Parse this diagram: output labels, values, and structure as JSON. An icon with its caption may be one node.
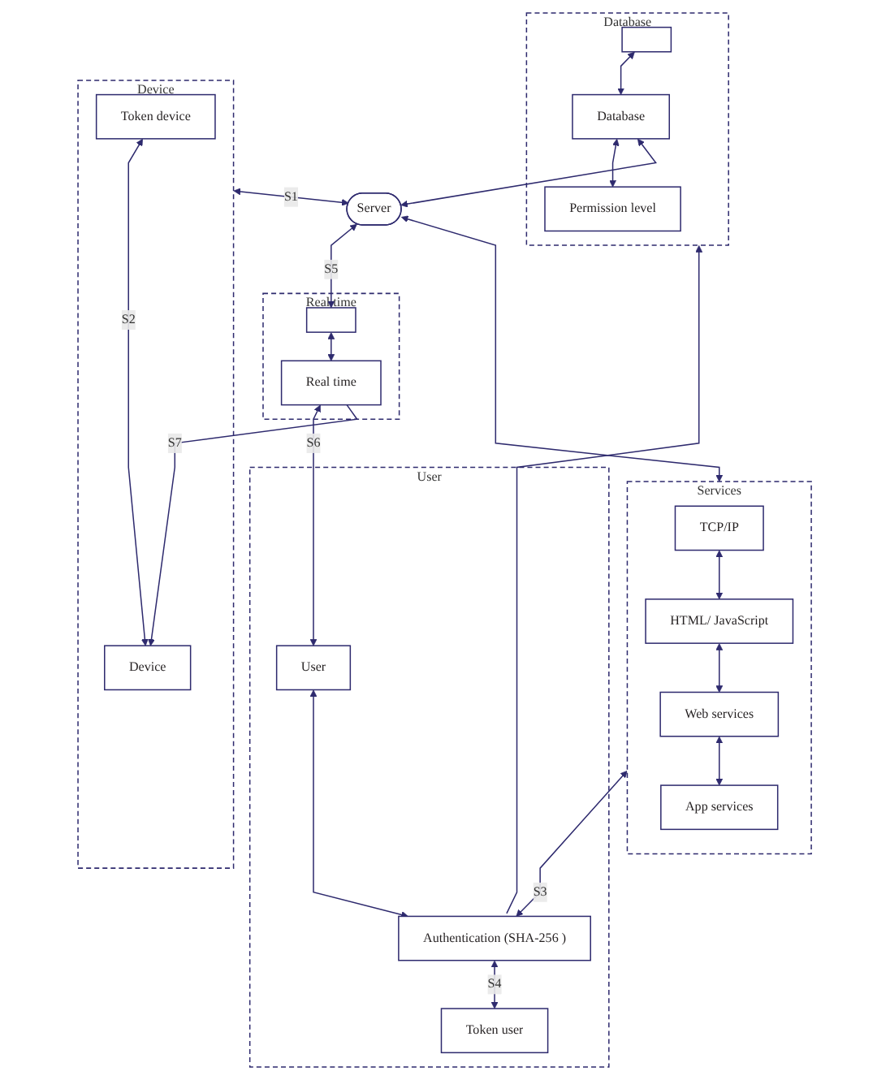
{
  "diagram": {
    "nodes": [
      {
        "text": [
          "Database"
        ]
      },
      {
        "text": [],
        "shape": "box",
        "in": 0
      },
      {
        "text": [
          "Database"
        ],
        "in": 0
      },
      {
        "text": [
          "Permission level"
        ],
        "in": 0
      },
      {
        "text": [
          "Server"
        ]
      },
      {
        "text": [
          "Device"
        ]
      },
      {
        "text": [
          "Token device"
        ],
        "in": 5
      },
      {
        "text": [
          "Device"
        ],
        "in": 5
      },
      {
        "text": [
          "Services"
        ]
      },
      {
        "text": [
          "TCP/IP"
        ],
        "in": 8
      },
      {
        "text": [
          "HTML/ JavaScript"
        ],
        "in": 8
      },
      {
        "text": [
          "Web services"
        ],
        "in": 8
      },
      {
        "text": [
          "App services"
        ],
        "in": 8
      },
      {
        "text": [
          "Real time"
        ]
      },
      {
        "text": [],
        "shape": "box",
        "in": 13
      },
      {
        "text": [
          "Real time"
        ],
        "in": 13
      },
      {
        "text": [
          "User"
        ]
      },
      {
        "text": [
          "User"
        ],
        "in": 16
      },
      {
        "text": [
          "Authentication (SHA-256 )"
        ],
        "in": 16
      },
      {
        "text": [
          "Token user"
        ],
        "in": 16
      }
    ],
    "edges": [
      {
        "from": 1,
        "to": 2,
        "arrow": "both"
      },
      {
        "from": 2,
        "to": 3,
        "arrow": "both"
      },
      {
        "from": 2,
        "to": 4,
        "arrow": "both"
      },
      {
        "from": 5,
        "to": 4,
        "arrow": "both",
        "label": "S1"
      },
      {
        "from": 4,
        "to": 8,
        "arrow": "both"
      },
      {
        "from": 6,
        "to": 7,
        "arrow": "both",
        "label": "S2"
      },
      {
        "from": 4,
        "to": 14,
        "arrow": "both",
        "label": "S5"
      },
      {
        "from": 9,
        "to": 10,
        "arrow": "both"
      },
      {
        "from": 10,
        "to": 11,
        "arrow": "both"
      },
      {
        "from": 11,
        "to": 12,
        "arrow": "both"
      },
      {
        "from": 14,
        "to": 15,
        "arrow": "both"
      },
      {
        "from": 17,
        "to": 15,
        "arrow": "both",
        "label": "S6"
      },
      {
        "from": 15,
        "to": 7,
        "arrow": "to",
        "label": "S7"
      },
      {
        "from": 17,
        "to": 18,
        "arrow": "both"
      },
      {
        "from": 18,
        "to": 19,
        "arrow": "both",
        "label": "S4"
      },
      {
        "from": 18,
        "to": 8,
        "arrow": "both",
        "label": "S3"
      },
      {
        "from": 18,
        "to": 0,
        "arrow": "to"
      }
    ]
  }
}
